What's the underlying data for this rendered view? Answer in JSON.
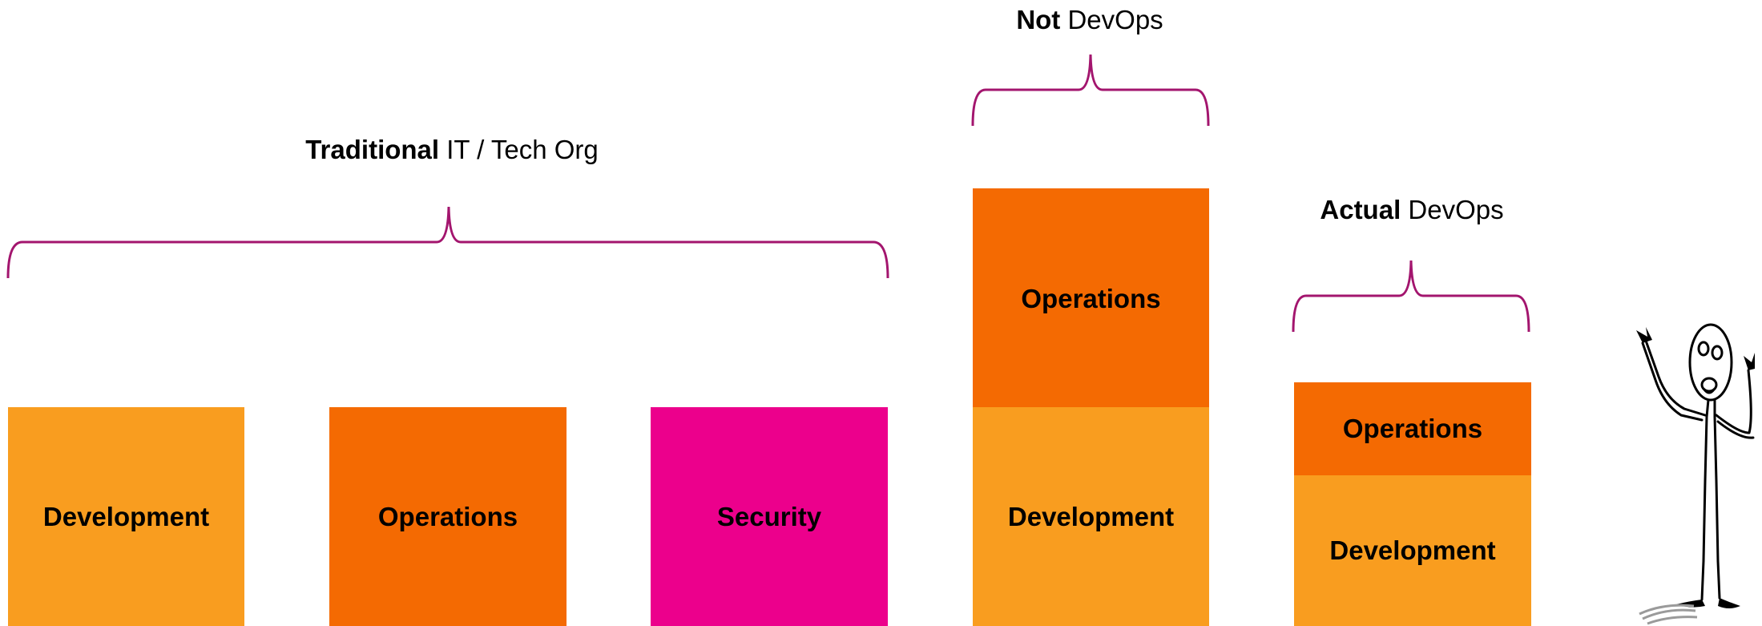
{
  "colors": {
    "development": "#f99d1f",
    "operations": "#f46a02",
    "security": "#ec008c",
    "brace": "#a3156e"
  },
  "groups": {
    "traditional": {
      "bold": "Traditional",
      "rest": " IT / Tech Org"
    },
    "not_devops": {
      "bold": "Not",
      "rest": " DevOps"
    },
    "actual_devops": {
      "bold": "Actual",
      "rest": " DevOps"
    }
  },
  "boxes": {
    "trad_development": "Development",
    "trad_operations": "Operations",
    "trad_security": "Security",
    "not_operations": "Operations",
    "not_development": "Development",
    "actual_operations": "Operations",
    "actual_development": "Development"
  },
  "figure": {
    "icon": "shocked-stick-figure-icon"
  }
}
